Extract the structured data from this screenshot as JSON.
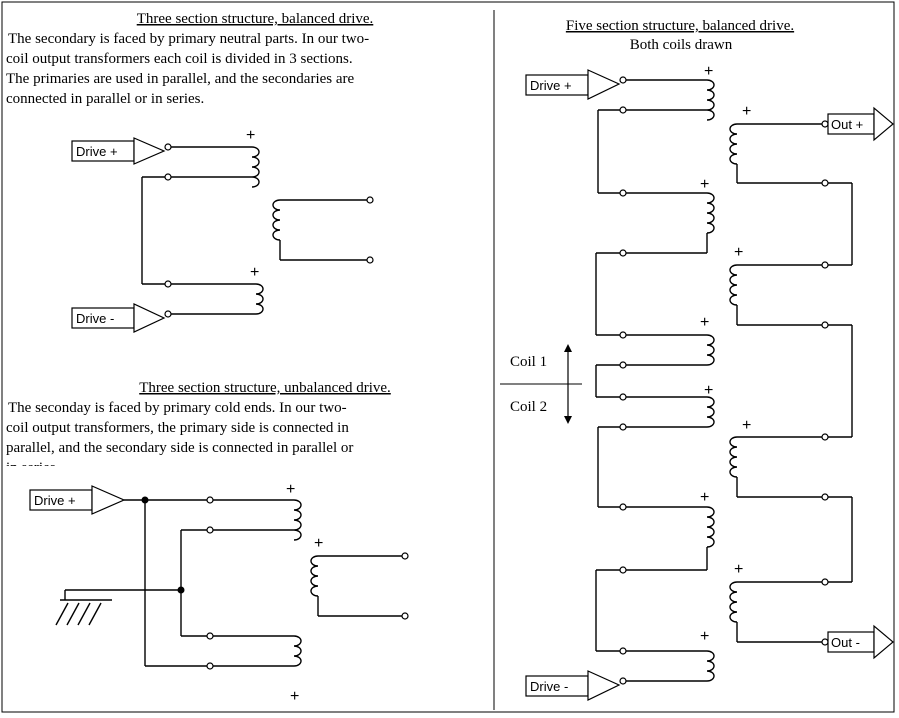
{
  "top_left": {
    "title": "Three section structure, balanced drive.",
    "desc": [
      "The secondary is faced by primary neutral parts. In our two-",
      "coil output transformers each coil is divided in 3 sections.",
      "The primaries are used in parallel, and the secondaries are",
      "connected in parallel or in series."
    ],
    "drive_pos": "Drive +",
    "drive_neg": "Drive -",
    "plus": "+"
  },
  "bottom_left": {
    "title": "Three section structure, unbalanced drive.",
    "desc": [
      "The seconday is faced  by primary cold ends. In our two-",
      "coil output transformers, the primary side is connected in",
      "parallel, and the secondary side is connected in parallel or",
      "in series."
    ],
    "drive_pos": "Drive +",
    "plus": "+"
  },
  "right": {
    "title": "Five section structure, balanced drive.",
    "subtitle": "Both coils drawn",
    "drive_pos": "Drive +",
    "drive_neg": "Drive -",
    "out_pos": "Out +",
    "out_neg": "Out -",
    "coil1": "Coil 1",
    "coil2": "Coil 2",
    "plus": "+"
  }
}
